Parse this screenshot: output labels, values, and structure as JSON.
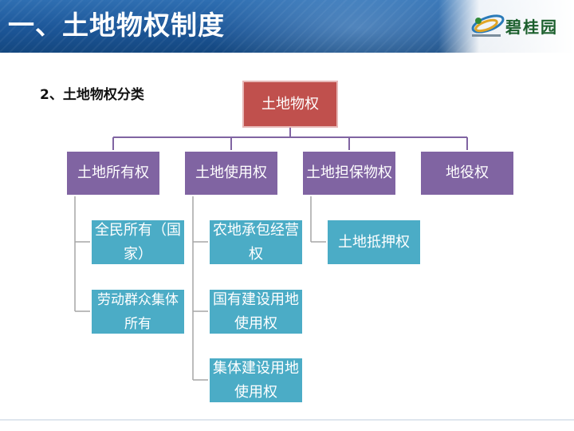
{
  "header": {
    "title": "一、土地物权制度",
    "logo_text": "碧桂园",
    "logo_icon": "country-garden-logo-icon"
  },
  "subtitle": "2、土地物权分类",
  "diagram": {
    "root": "土地物权",
    "categories": [
      {
        "label": "土地所有权",
        "children": [
          "全民所有（国家）",
          "劳动群众集体所有"
        ]
      },
      {
        "label": "土地使用权",
        "children": [
          "农地承包经营权",
          "国有建设用地使用权",
          "集体建设用地使用权"
        ]
      },
      {
        "label": "土地担保物权",
        "children": [
          "土地抵押权"
        ]
      },
      {
        "label": "地役权",
        "children": []
      }
    ],
    "colors": {
      "root": "#c0504d",
      "category": "#8064a2",
      "leaf": "#4bacc6",
      "header": "#1c5698"
    }
  }
}
